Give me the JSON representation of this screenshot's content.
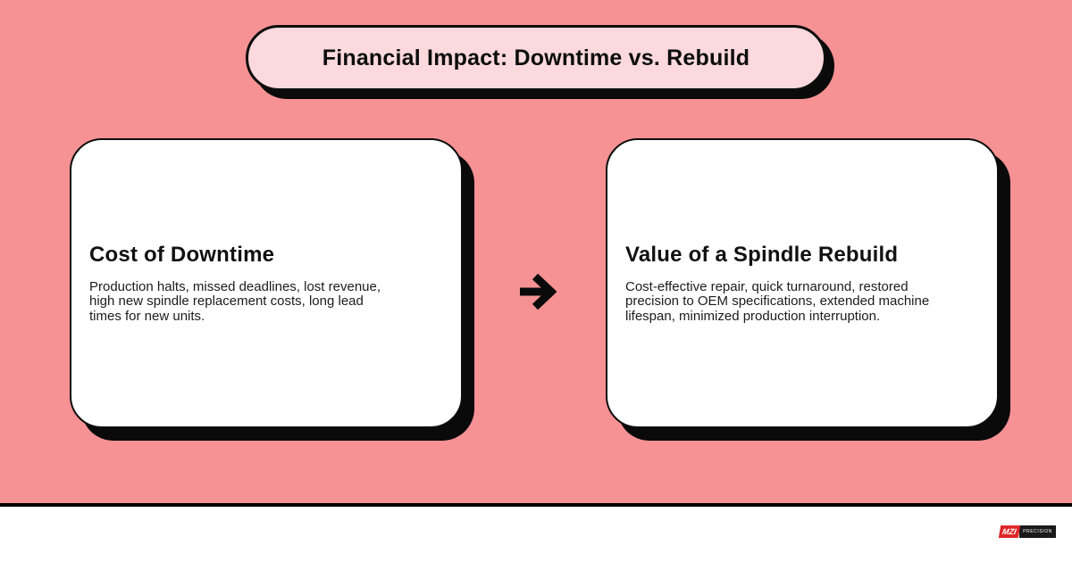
{
  "title": "Financial Impact: Downtime vs. Rebuild",
  "cards": [
    {
      "heading": "Cost of Downtime",
      "body": "Production halts, missed deadlines, lost revenue,\nhigh new spindle replacement costs, long lead\ntimes for new units."
    },
    {
      "heading": "Value of a Spindle Rebuild",
      "body": "Cost-effective repair, quick turnaround, restored\nprecision to OEM specifications, extended machine\nlifespan, minimized production interruption."
    }
  ],
  "icons": {
    "arrow_right": "→"
  },
  "footer": {
    "logo_primary": "MZI",
    "logo_secondary": "PRECISION"
  },
  "colors": {
    "background": "#F69294",
    "banner_fill": "#FBD9DC",
    "card_fill": "#FFFFFF",
    "outline": "#0D0D0D",
    "shadow": "#0A0A0A",
    "logo_red": "#E02727"
  }
}
